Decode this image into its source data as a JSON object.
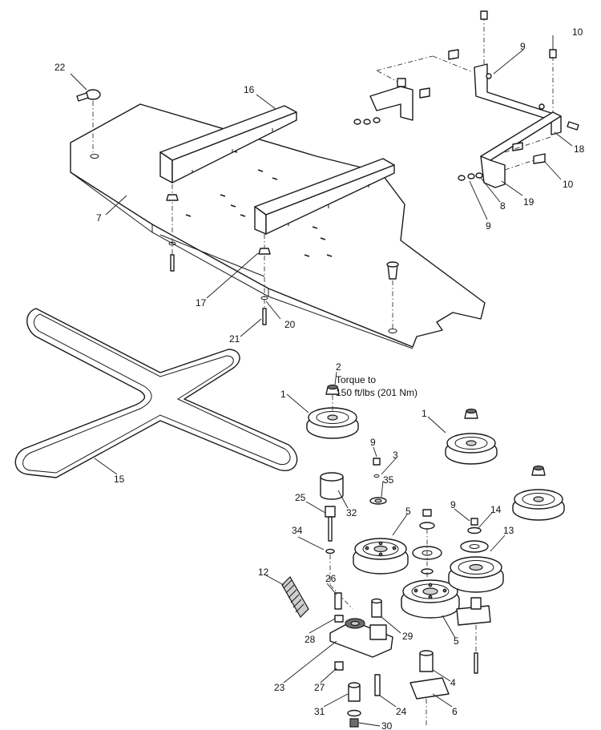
{
  "callouts": {
    "c1a": "1",
    "c1b": "1",
    "c2": "2",
    "c3": "3",
    "c4": "4",
    "c5a": "5",
    "c5b": "5",
    "c6": "6",
    "c7": "7",
    "c8": "8",
    "c9a": "9",
    "c9b": "9",
    "c9c": "9",
    "c9d": "9",
    "c10a": "10",
    "c10b": "10",
    "c12": "12",
    "c13": "13",
    "c14": "14",
    "c15": "15",
    "c16": "16",
    "c17": "17",
    "c18": "18",
    "c19": "19",
    "c20": "20",
    "c21": "21",
    "c22": "22",
    "c23": "23",
    "c24": "24",
    "c25": "25",
    "c26": "26",
    "c27": "27",
    "c28": "28",
    "c29": "29",
    "c30": "30",
    "c31": "31",
    "c32": "32",
    "c34": "34",
    "c35": "35"
  },
  "torque_note": {
    "line1": "Torque to",
    "line2": "150 ft/lbs (201 Nm)"
  },
  "colors": {
    "line": "#1a1a1a",
    "background": "#ffffff"
  }
}
